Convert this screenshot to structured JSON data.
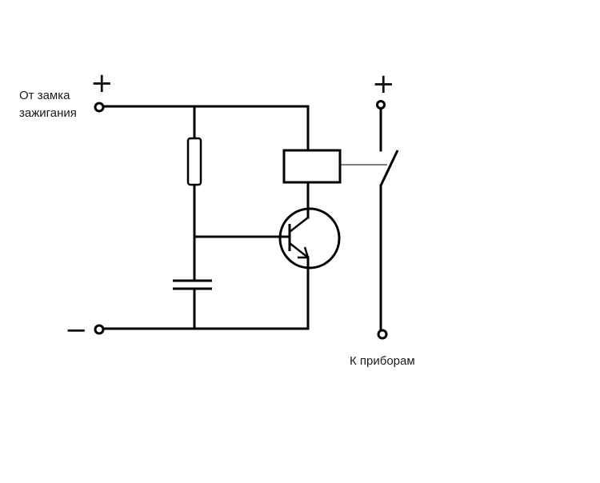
{
  "labels": {
    "ignition_line1": "От замка",
    "ignition_line2": "зажигания",
    "to_devices": "К приборам"
  },
  "signs": {
    "plus": "+",
    "minus": "−"
  },
  "colors": {
    "wire": "#000000",
    "background": "#ffffff"
  }
}
